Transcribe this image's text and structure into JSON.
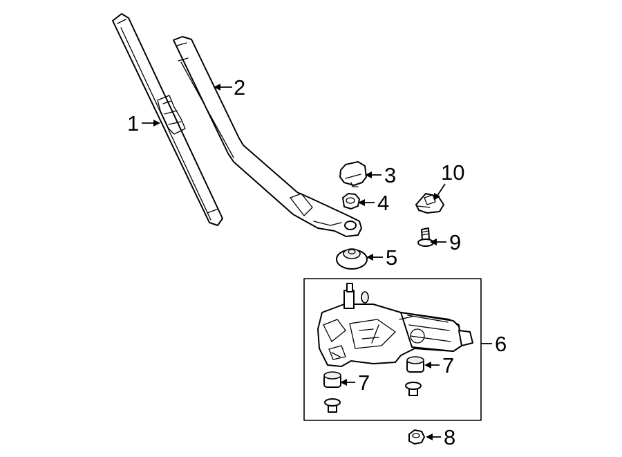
{
  "callouts": {
    "c1": "1",
    "c2": "2",
    "c3": "3",
    "c4": "4",
    "c5": "5",
    "c6": "6",
    "c7a": "7",
    "c7b": "7",
    "c8": "8",
    "c9": "9",
    "c10": "10"
  }
}
